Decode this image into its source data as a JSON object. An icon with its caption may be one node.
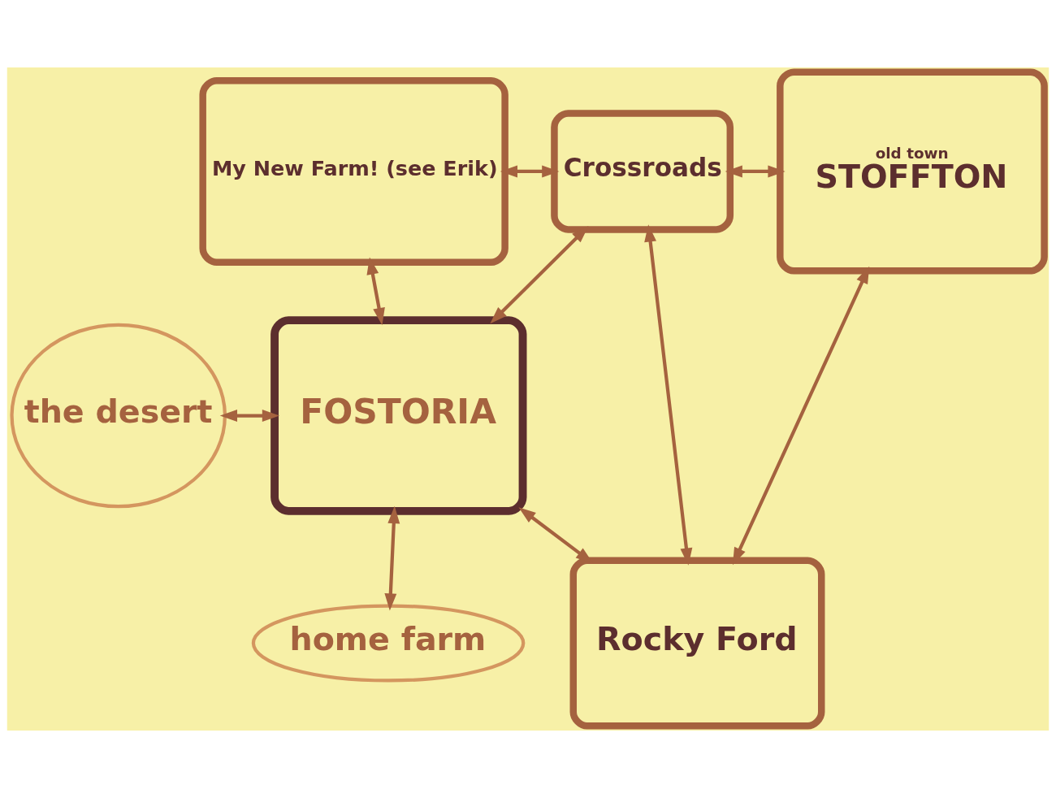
{
  "diagram": {
    "nodes": [
      {
        "text": [
          "My New Farm! (see Erik)"
        ]
      },
      {
        "text": [
          "Crossroads"
        ]
      },
      {
        "text": [
          "old town",
          "STOFFTON"
        ]
      },
      {
        "text": [
          "Rocky Ford"
        ]
      },
      {
        "text": [
          "the desert"
        ]
      },
      {
        "text": [
          "FOSTORIA"
        ]
      },
      {
        "text": [
          "home farm"
        ]
      }
    ],
    "edges": [
      {
        "from": 0,
        "to": 1,
        "arrow": "both"
      },
      {
        "from": 1,
        "to": 2,
        "arrow": "both"
      },
      {
        "from": 1,
        "to": 5,
        "arrow": "both"
      },
      {
        "from": 1,
        "to": 3,
        "arrow": "both"
      },
      {
        "from": 2,
        "to": 3,
        "arrow": "both"
      },
      {
        "from": 0,
        "to": 5,
        "arrow": "both"
      },
      {
        "from": 4,
        "to": 5,
        "arrow": "both"
      },
      {
        "from": 5,
        "to": 3,
        "arrow": "both"
      },
      {
        "from": 5,
        "to": 6,
        "arrow": "both"
      }
    ]
  }
}
